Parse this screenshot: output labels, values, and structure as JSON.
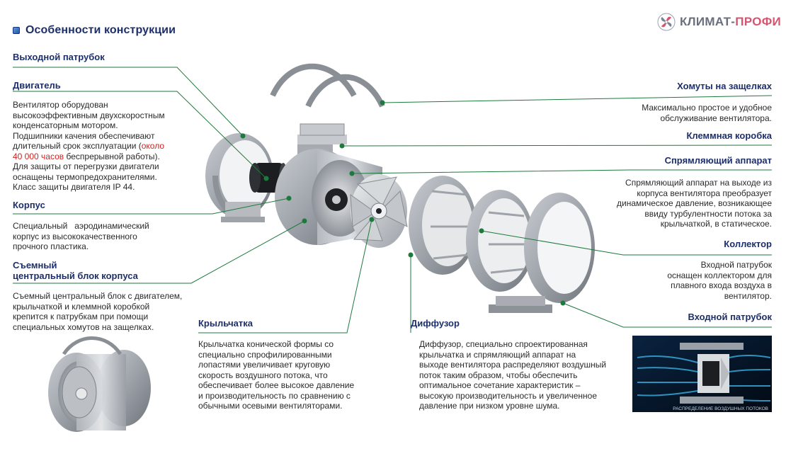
{
  "header": {
    "title": "Особенности конструкции",
    "logo": {
      "brand": "КЛИМАТ-",
      "accent": "ПРОФИ",
      "accent_color": "#d6546f"
    }
  },
  "colors": {
    "heading": "#1d2f6b",
    "leader_line": "#1e7a3c",
    "highlight": "#d41f1f"
  },
  "left_callouts": {
    "outlet": {
      "title": "Выходной патрубок"
    },
    "motor": {
      "title": "Двигатель",
      "lines": [
        "Вентилятор оборудован",
        "высокоэффективным двухскоростным",
        "конденсаторным мотором.",
        "Подшипники качения обеспечивают",
        "длительный срок эксплуатации ("
      ],
      "hl_a": "около",
      "hl_b": "40 000 часов",
      "after_hl": " беспрерывной работы).",
      "tail": [
        "Для защиты от перегрузки двигатели",
        "оснащены термопредохранителями.",
        "Класс защиты двигателя IP 44."
      ]
    },
    "housing": {
      "title": "Корпус",
      "lines": [
        "Специальный   аэродинамический",
        "корпус из высококачественного",
        "прочного пластика."
      ]
    },
    "central_block": {
      "title_lines": [
        "Съемный",
        "центральный блок корпуса"
      ],
      "lines": [
        "Съемный центральный блок с двигателем,",
        "крыльчаткой и клеммной коробкой",
        "крепится к патрубкам при помощи",
        "специальных хомутов на защелках."
      ]
    }
  },
  "bottom_callouts": {
    "impeller": {
      "title": "Крыльчатка",
      "lines": [
        "Крыльчатка конической формы со",
        "специально спрофилированными",
        "лопастями увеличивает круговую",
        "скорость воздушного потока, что",
        "обеспечивает более высокое давление",
        "и производительность по сравнению с",
        "обычными осевыми вентиляторами."
      ]
    },
    "diffuser": {
      "title": "Диффузор",
      "lines": [
        "Диффузор, специально спроектированная",
        "крыльчатка и спрямляющий аппарат на",
        "выходе вентилятора распределяют воздушный",
        "поток таким образом, чтобы обеспечить",
        "оптимальное сочетание характеристик –",
        "высокую производительность и увеличенное",
        "давление при низком уровне шума."
      ]
    }
  },
  "right_callouts": {
    "clamps": {
      "title": "Хомуты на защелках",
      "lines": [
        "Максимально простое и удобное",
        "обслуживание вентилятора."
      ]
    },
    "terminal_box": {
      "title": "Клеммная коробка"
    },
    "straightener": {
      "title": "Спрямляющий аппарат",
      "lines": [
        "Спрямляющий аппарат на выходе из",
        "корпуса вентилятора преобразует",
        "динамическое давление, возникающее",
        "ввиду турбулентности потока за",
        "крыльчаткой, в статическое."
      ]
    },
    "collector": {
      "title": "Коллектор",
      "lines": [
        "Входной патрубок",
        "оснащен коллектором для",
        "плавного входа воздуха в",
        "вентилятор."
      ]
    },
    "inlet": {
      "title": "Входной патрубок"
    }
  },
  "airflow_caption": "РАСПРЕДЕЛЕНИЕ ВОЗДУШНЫХ ПОТОКОВ"
}
